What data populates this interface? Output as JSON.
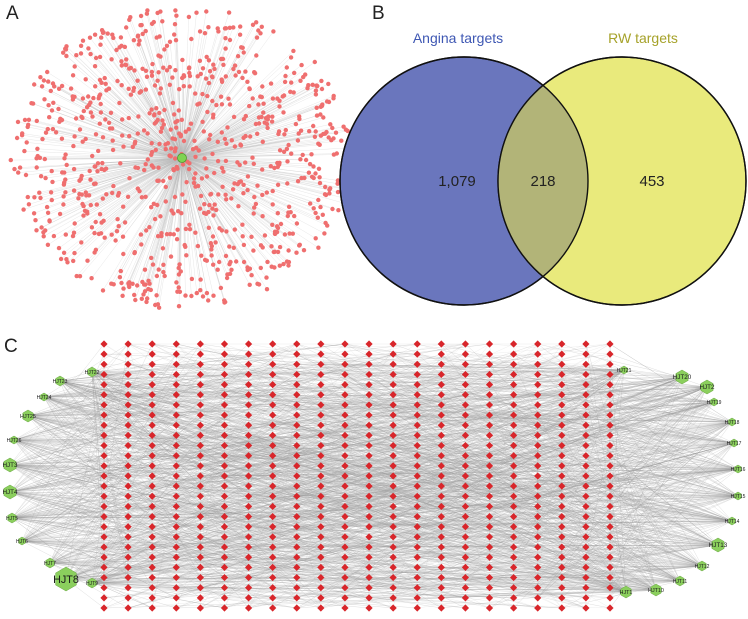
{
  "panels": {
    "a": "A",
    "b": "B",
    "c": "C"
  },
  "venn": {
    "left_title": "Angina targets",
    "right_title": "RW targets",
    "left_only": "1,079",
    "overlap": "218",
    "right_only": "453",
    "left_color": "#6a76bd",
    "right_color": "#e9ea7c",
    "overlap_color": "#b2b478",
    "left_title_color": "#3e57b3",
    "right_title_color": "#a6a22a"
  },
  "network": {
    "node_color": "#ef6f6f",
    "hub_color": "#7ed352",
    "edge_color": "#b9b9b9",
    "target_color": "#d8262b",
    "herb_color": "#8bcf5d",
    "herb_labels": [
      {
        "id": "hjt22",
        "text": "HJT22"
      },
      {
        "id": "hjt23",
        "text": "HJT23"
      },
      {
        "id": "hjt24",
        "text": "HJT24"
      },
      {
        "id": "hjt25",
        "text": "HJT25"
      },
      {
        "id": "hjt26",
        "text": "HJT26"
      },
      {
        "id": "hjt3",
        "text": "HJT3"
      },
      {
        "id": "hjt4",
        "text": "HJT4"
      },
      {
        "id": "hjt5",
        "text": "HJT5"
      },
      {
        "id": "hjt6",
        "text": "HJT6"
      },
      {
        "id": "hjt7",
        "text": "HJT7"
      },
      {
        "id": "hjt8",
        "text": "HJT8"
      },
      {
        "id": "hjt9",
        "text": "HJT9"
      },
      {
        "id": "hjt21",
        "text": "HJT21"
      },
      {
        "id": "hjt20",
        "text": "HJT20"
      },
      {
        "id": "hjt2",
        "text": "HJT2"
      },
      {
        "id": "hjt19",
        "text": "HJT19"
      },
      {
        "id": "hjt18",
        "text": "HJT18"
      },
      {
        "id": "hjt17",
        "text": "HJT17"
      },
      {
        "id": "hjt16",
        "text": "HJT16"
      },
      {
        "id": "hjt15",
        "text": "HJT15"
      },
      {
        "id": "hjt14",
        "text": "HJT14"
      },
      {
        "id": "hjt13",
        "text": "HJT13"
      },
      {
        "id": "hjt12",
        "text": "HJT12"
      },
      {
        "id": "hjt11",
        "text": "HJT11"
      },
      {
        "id": "hjt10",
        "text": "HJT10"
      },
      {
        "id": "hjt1",
        "text": "HJT1"
      }
    ]
  }
}
